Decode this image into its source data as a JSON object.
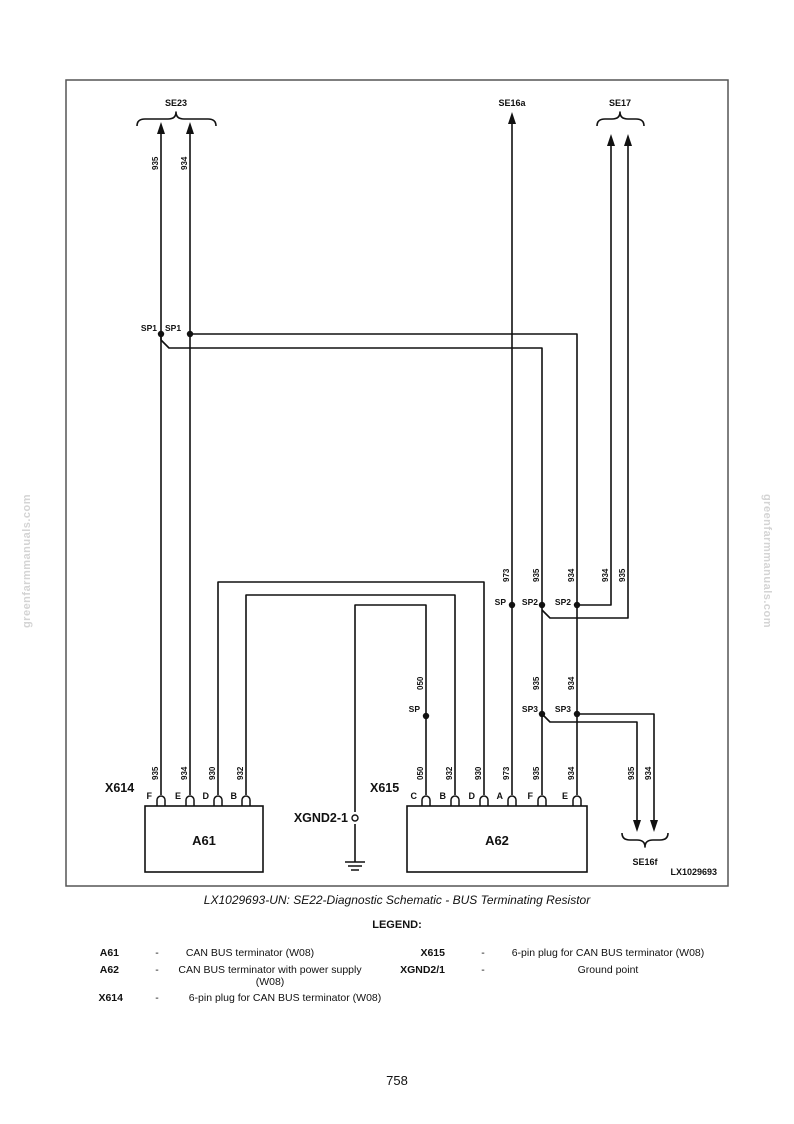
{
  "watermarks": {
    "left": "greenfarmmanuals.com",
    "right": "greenfarmmanuals.com"
  },
  "diagram": {
    "targets": {
      "se23": "SE23",
      "se16a": "SE16a",
      "se17": "SE17",
      "se16f": "SE16f"
    },
    "image_id": "LX1029693",
    "wires": {
      "w935_left": "935",
      "w934_left": "934",
      "w973": "973",
      "w935_mid": "935",
      "w934_mid": "934",
      "w934_r17": "934",
      "w935_r17": "935",
      "w050": "050",
      "w935_sp3": "935",
      "w934_sp3": "934",
      "w935_se16f": "935",
      "w934_se16f": "934"
    },
    "splices": {
      "sp1_a": "SP1",
      "sp1_b": "SP1",
      "sp_973": "SP",
      "sp2_a": "SP2",
      "sp2_b": "SP2",
      "sp_050": "SP",
      "sp3_a": "SP3",
      "sp3_b": "SP3"
    },
    "x614": {
      "label": "X614",
      "pins": [
        "F",
        "E",
        "D",
        "B"
      ],
      "wires": [
        "935",
        "934",
        "930",
        "932"
      ]
    },
    "x615": {
      "label": "X615",
      "pins": [
        "C",
        "B",
        "D",
        "A",
        "F",
        "E"
      ],
      "wires": [
        "050",
        "932",
        "930",
        "973",
        "935",
        "934"
      ]
    },
    "a61": "A61",
    "a62": "A62",
    "ground": "XGND2-1"
  },
  "caption": "LX1029693-UN: SE22-Diagnostic Schematic - BUS Terminating Resistor",
  "legend": {
    "title": "LEGEND:",
    "left": [
      {
        "code": "A61",
        "desc": "CAN BUS terminator (W08)"
      },
      {
        "code": "A62",
        "desc": "CAN BUS terminator with power supply (W08)"
      },
      {
        "code": "X614",
        "desc": "6-pin plug for CAN BUS terminator (W08)"
      }
    ],
    "right": [
      {
        "code": "X615",
        "desc": "6-pin plug for CAN BUS terminator (W08)"
      },
      {
        "code": "XGND2/1",
        "desc": "Ground point"
      }
    ],
    "dash": "-"
  },
  "page_number": "758"
}
